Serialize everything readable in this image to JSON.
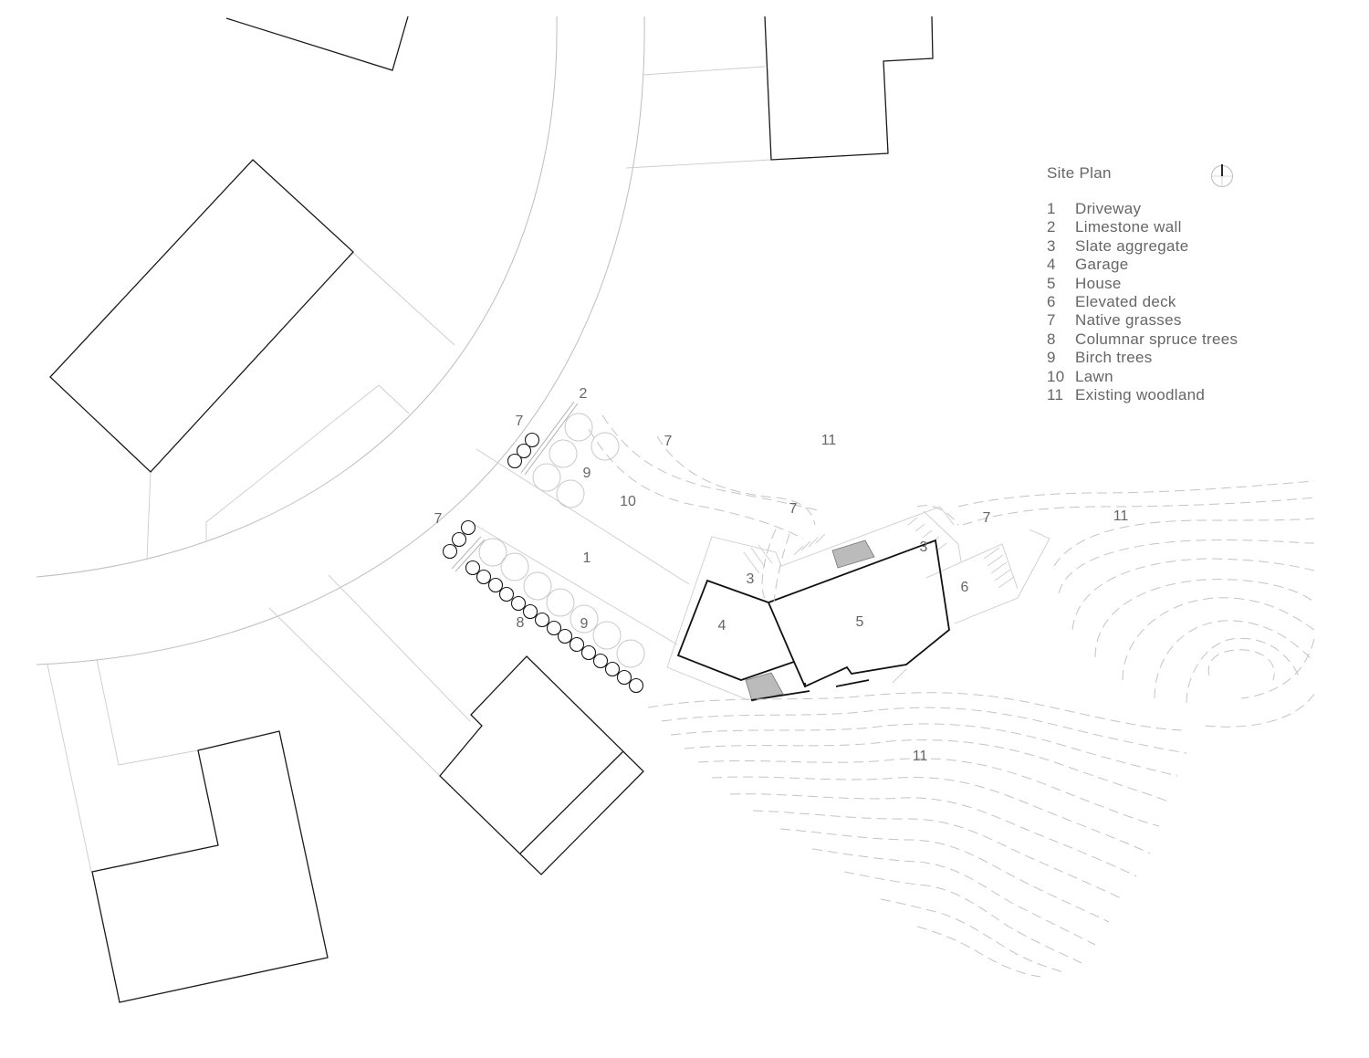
{
  "legend": {
    "title": "Site Plan",
    "items": [
      {
        "num": "1",
        "label": "Driveway"
      },
      {
        "num": "2",
        "label": "Limestone wall"
      },
      {
        "num": "3",
        "label": "Slate aggregate"
      },
      {
        "num": "4",
        "label": "Garage"
      },
      {
        "num": "5",
        "label": "House"
      },
      {
        "num": "6",
        "label": "Elevated deck"
      },
      {
        "num": "7",
        "label": "Native grasses"
      },
      {
        "num": "8",
        "label": "Columnar spruce trees"
      },
      {
        "num": "9",
        "label": "Birch trees"
      },
      {
        "num": "10",
        "label": "Lawn"
      },
      {
        "num": "11",
        "label": "Existing woodland"
      }
    ]
  },
  "tags": {
    "driveway": "1",
    "limestone_wall": "2",
    "slate_a": "3",
    "slate_b": "3",
    "garage": "4",
    "house": "5",
    "deck": "6",
    "grasses_a": "7",
    "grasses_b": "7",
    "grasses_c": "7",
    "grasses_d": "7",
    "grasses_e": "7",
    "spruce": "8",
    "birch_a": "9",
    "birch_b": "9",
    "lawn": "10",
    "woodland_a": "11",
    "woodland_b": "11",
    "woodland_c": "11"
  },
  "icons": {
    "north_arrow": "north-arrow-icon"
  },
  "colors": {
    "building_outline": "#1a1a1a",
    "road_line": "#bdbdbd",
    "contour_line": "#c4c4c4",
    "text": "#666666"
  }
}
